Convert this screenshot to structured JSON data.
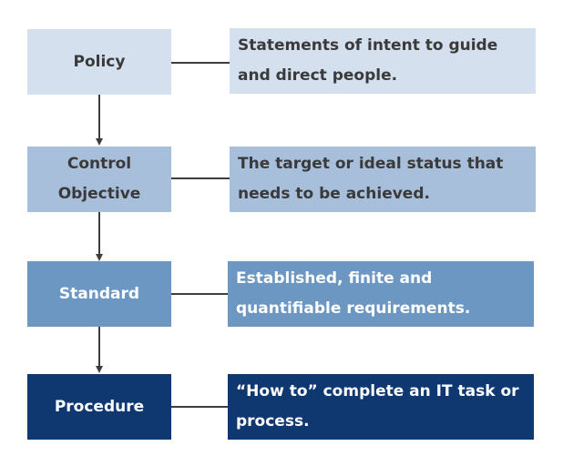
{
  "diagram": {
    "levels": [
      {
        "term": "Policy",
        "description": "Statements of intent to guide and direct people.",
        "fill": "#d4e0ed",
        "text_color": "#3a3a3a"
      },
      {
        "term": "Control Objective",
        "description": "The target or ideal status that needs to be achieved.",
        "fill": "#a8bfdb",
        "text_color": "#3a3a3a"
      },
      {
        "term": "Standard",
        "description": "Established, finite and quantifiable requirements.",
        "fill": "#6d97c3",
        "text_color": "#ffffff"
      },
      {
        "term": "Procedure",
        "description": "“How to” complete an IT task or process.",
        "fill": "#0f3870",
        "text_color": "#ffffff"
      }
    ],
    "connector_color": "#3d3d3d"
  }
}
